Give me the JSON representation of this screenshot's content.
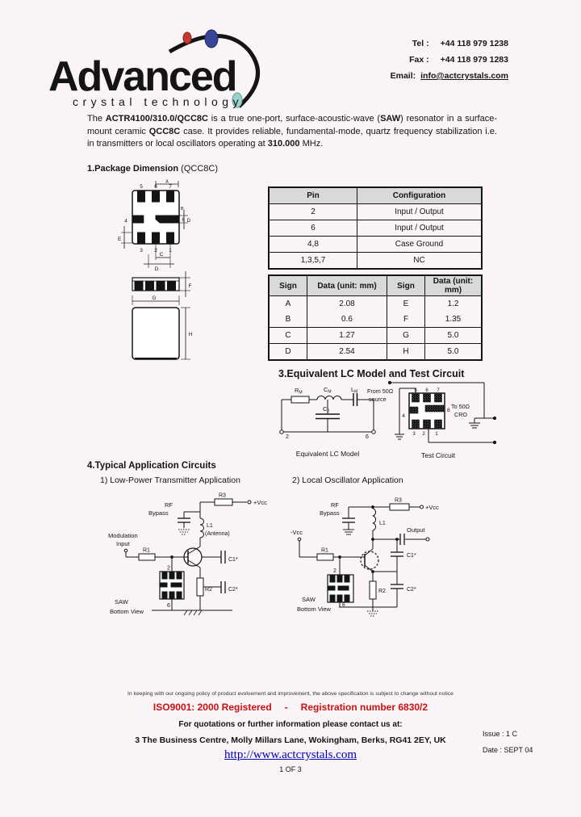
{
  "colors": {
    "iso_red": "#cc1111",
    "link_blue": "#0000bb",
    "table_header_bg": "#d9d9d9"
  },
  "header": {
    "logo": {
      "name": "Advanced",
      "tagline": "crystal technology"
    },
    "contact": {
      "tel_label": "Tel :",
      "tel": "+44 118 979 1238",
      "fax_label": "Fax :",
      "fax": "+44 118 979 1283",
      "email_label": "Email:",
      "email": "info@actcrystals.com"
    }
  },
  "intro": {
    "s1": "The ",
    "b1": "ACTR4100/310.0/QCC8C",
    "s2": " is a true one-port, surface-acoustic-wave (",
    "b2": "SAW",
    "s3": ") resonator in a surface-mount ceramic ",
    "b3": "QCC8C",
    "s4": " case. It provides reliable, fundamental-mode, quartz frequency stabilization i.e. in transmitters or local oscillators operating at ",
    "b4": "310.000",
    "s5": " MHz."
  },
  "sec1": {
    "title": "1.Package Dimension",
    "suffix": " (QCC8C)"
  },
  "pin_table": {
    "h": [
      "Pin",
      "Configuration"
    ],
    "rows": [
      [
        "2",
        "Input / Output"
      ],
      [
        "6",
        "Input / Output"
      ],
      [
        "4,8",
        "Case Ground"
      ],
      [
        "1,3,5,7",
        "NC"
      ]
    ]
  },
  "dim_table": {
    "h": [
      "Sign",
      "Data (unit: mm)",
      "Sign",
      "Data (unit: mm)"
    ],
    "rows": [
      [
        "A",
        "2.08",
        "E",
        "1.2"
      ],
      [
        "B",
        "0.6",
        "F",
        "1.35"
      ],
      [
        "C",
        "1.27",
        "G",
        "5.0"
      ],
      [
        "D",
        "2.54",
        "H",
        "5.0"
      ]
    ]
  },
  "pkg": {
    "top_pins": [
      "5",
      "6",
      "7"
    ],
    "bottom_pins": [
      "3",
      "2",
      "1"
    ],
    "left_pin": "4",
    "right_pin": "8",
    "dims": {
      "a": "A",
      "b": "B",
      "c": "C",
      "d": "D",
      "e": "E",
      "f": "F",
      "g": "G",
      "h": "H"
    }
  },
  "sec3": {
    "title": "3.Equivalent LC Model and Test Circuit",
    "lc": {
      "r": "R",
      "r_sub": "M",
      "c": "C",
      "c_sub": "M",
      "l": "L",
      "l_sub": "M",
      "c0": "C",
      "c0_sub": "0",
      "t2": "2",
      "t6": "6",
      "caption": "Equivalent LC Model"
    },
    "test": {
      "src1": "From 50Ω",
      "src2": "source",
      "load1": "To 50Ω",
      "load2": "CRO",
      "caption": "Test Circuit",
      "pins": {
        "p1": "1",
        "p2": "2",
        "p3": "3",
        "p4": "4",
        "p5": "5",
        "p6": "6",
        "p7": "7",
        "p8": "8"
      }
    }
  },
  "sec4": {
    "title": "4.Typical Application Circuits",
    "c1": {
      "caption": "1) Low-Power Transmitter Application",
      "rf1": "RF",
      "rf2": "Bypass",
      "r3": "R3",
      "vcc": "+Vcc",
      "l1": "L1",
      "ant": "(Antenna)",
      "mod1": "Modulation",
      "mod2": "Input",
      "r1": "R1",
      "c1": "C1*",
      "r2": "R2",
      "c2": "C2*",
      "pin2": "2",
      "pin6": "6",
      "saw1": "SAW",
      "saw2": "Bottom View"
    },
    "c2": {
      "caption": "2) Local Oscillator Application",
      "rf1": "RF",
      "rf2": "Bypass",
      "r3": "R3",
      "vcc": "+Vcc",
      "l1": "L1",
      "nvcc": "-Vcc",
      "r1": "R1",
      "out": "Output",
      "c1": "C1*",
      "r2": "R2",
      "c2": "C2*",
      "pin2": "2",
      "pin6": "6",
      "saw1": "SAW",
      "saw2": "Bottom View"
    }
  },
  "footer": {
    "disclaimer": "In keeping with our ongoing policy of product evolvement and improvement, the above specification is subject to change without notice",
    "iso1": "ISO9001: 2000 Registered",
    "iso_sep": "-",
    "iso2": "Registration number 6830/2",
    "quote": "For quotations or further information please contact us at:",
    "address": "3 The Business Centre, Molly Millars Lane, Wokingham, Berks, RG41 2EY, UK",
    "url": "http://www.actcrystals.com",
    "page": "1 OF 3",
    "issue": "Issue : 1 C",
    "date": "Date : SEPT 04"
  }
}
